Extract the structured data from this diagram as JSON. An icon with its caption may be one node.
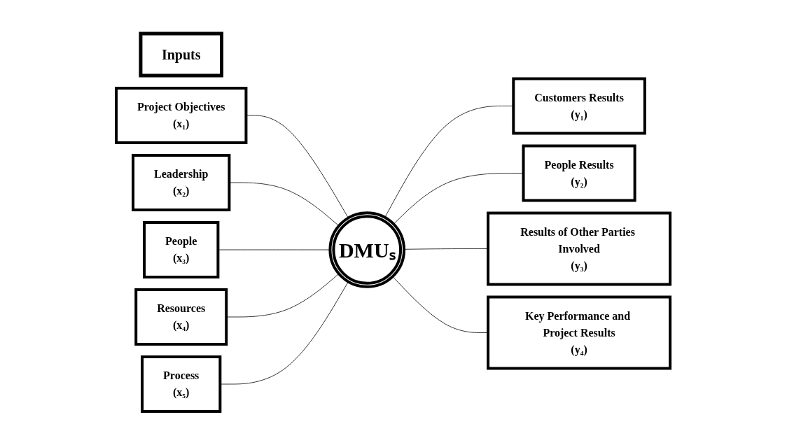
{
  "diagram": {
    "nodes": [
      {
        "text": [
          "Inputs"
        ]
      },
      {
        "text": [
          "Project Objectives",
          "(x₁)"
        ]
      },
      {
        "text": [
          "Leadership",
          "(x₂)"
        ]
      },
      {
        "text": [
          "People",
          "(x₃)"
        ]
      },
      {
        "text": [
          "Resources",
          "(x₄)"
        ]
      },
      {
        "text": [
          "Process",
          "(x₅)"
        ]
      },
      {
        "text": [
          "DMUₛ"
        ]
      },
      {
        "text": [
          "Customers Results",
          "(y₁)"
        ]
      },
      {
        "text": [
          "People Results",
          "(y₂)"
        ]
      },
      {
        "text": [
          "Results of Other Parties Involved",
          "(y₃)"
        ]
      },
      {
        "text": [
          "Key Performance and Project Results",
          "(y₄)"
        ]
      }
    ],
    "edges": [
      {
        "from": 1,
        "to": 6,
        "arrow": "none"
      },
      {
        "from": 2,
        "to": 6,
        "arrow": "none"
      },
      {
        "from": 3,
        "to": 6,
        "arrow": "none"
      },
      {
        "from": 4,
        "to": 6,
        "arrow": "none"
      },
      {
        "from": 5,
        "to": 6,
        "arrow": "none"
      },
      {
        "from": 6,
        "to": 7,
        "arrow": "none"
      },
      {
        "from": 6,
        "to": 8,
        "arrow": "none"
      },
      {
        "from": 6,
        "to": 9,
        "arrow": "none"
      },
      {
        "from": 6,
        "to": 10,
        "arrow": "none"
      }
    ]
  }
}
